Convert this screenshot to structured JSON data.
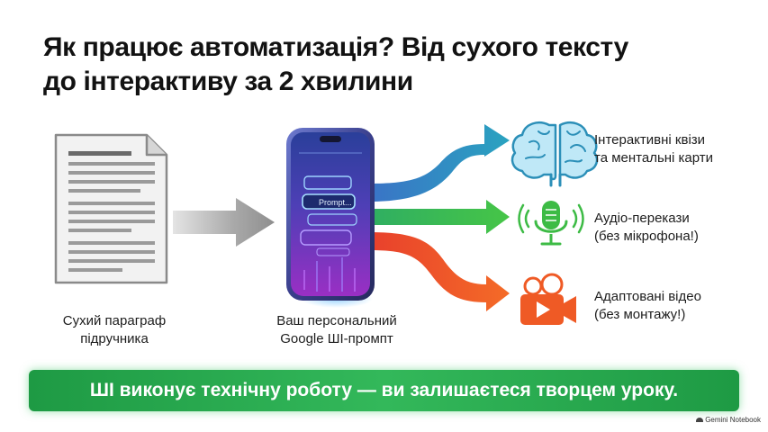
{
  "title": {
    "line1": "Як працює автоматизація? Від сухого тексту",
    "line2": "до інтерактиву за 2 хвилини"
  },
  "input": {
    "icon": "document-icon",
    "label_line1": "Сухий параграф",
    "label_line2": "підручника"
  },
  "processor": {
    "icon": "smartphone-icon",
    "screen_text": "Prompt...",
    "label_line1": "Ваш персональний",
    "label_line2": "Google ШІ-промпт"
  },
  "outputs": [
    {
      "icon": "brain-icon",
      "color": "#2b8fb8",
      "line1": "Інтерактивні квізи",
      "line2": "та ментальні карти"
    },
    {
      "icon": "microphone-icon",
      "color": "#3dbb45",
      "line1": "Аудіо-перекази",
      "line2": "(без мікрофона!)"
    },
    {
      "icon": "video-camera-icon",
      "color": "#ef5a25",
      "line1": "Адаптовані відео",
      "line2": "(без монтажу!)"
    }
  ],
  "banner": "ШІ виконує технічну роботу — ви залишаєтеся творцем уроку.",
  "watermark": "Gemini Notebook"
}
